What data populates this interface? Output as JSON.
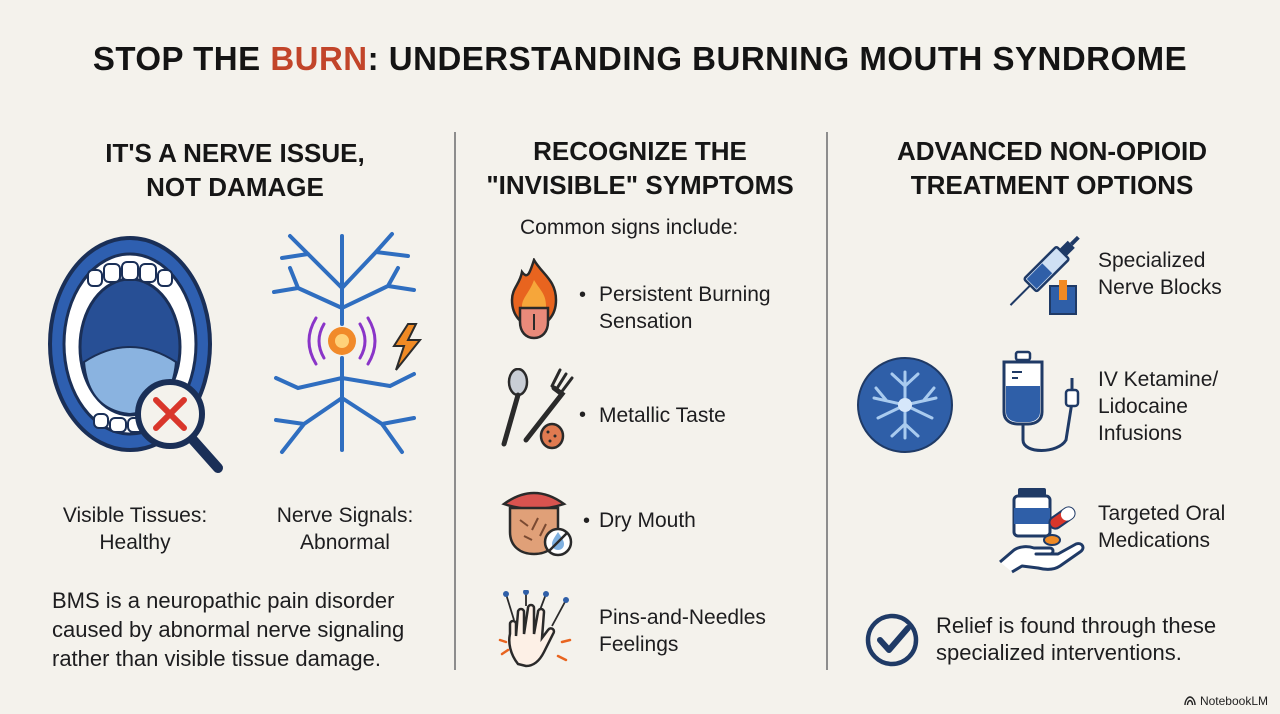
{
  "title": {
    "prefix": "STOP THE ",
    "accent": "BURN",
    "suffix": ": UNDERSTANDING BURNING MOUTH SYNDROME"
  },
  "col1": {
    "heading_line1": "IT'S A NERVE ISSUE,",
    "heading_line2": "NOT DAMAGE",
    "left_caption_line1": "Visible Tissues:",
    "left_caption_line2": "Healthy",
    "right_caption_line1": "Nerve Signals:",
    "right_caption_line2": "Abnormal",
    "body_line1": "BMS is a neuropathic pain disorder",
    "body_line2": "caused by abnormal nerve signaling",
    "body_line3": "rather than visible tissue damage."
  },
  "col2": {
    "heading_line1": "RECOGNIZE THE",
    "heading_line2": "\"INVISIBLE\" SYMPTOMS",
    "intro": "Common signs include:",
    "symptoms": [
      {
        "line1": "Persistent Burning",
        "line2": "Sensation",
        "icon": "burning-tongue-icon"
      },
      {
        "line1": "Metallic Taste",
        "line2": "",
        "icon": "fork-spoon-icon"
      },
      {
        "line1": "Dry Mouth",
        "line2": "",
        "icon": "dry-mouth-icon"
      },
      {
        "line1": "Pins-and-Needles",
        "line2": "Feelings",
        "icon": "tingling-hand-icon"
      }
    ]
  },
  "col3": {
    "heading_line1": "ADVANCED NON-OPIOID",
    "heading_line2": "TREATMENT OPTIONS",
    "treatments": [
      {
        "line1": "Specialized",
        "line2": "Nerve Blocks",
        "line3": "",
        "icon": "syringe-icon"
      },
      {
        "line1": "IV Ketamine/",
        "line2": "Lidocaine",
        "line3": "Infusions",
        "icon": "iv-bag-icon"
      },
      {
        "line1": "Targeted Oral",
        "line2": "Medications",
        "line3": "",
        "icon": "pill-hand-icon"
      }
    ],
    "footer_line1": "Relief is found through these",
    "footer_line2": "specialized interventions."
  },
  "brand": "NotebookLM",
  "colors": {
    "accent": "#c2452a",
    "blue": "#2f5fa8",
    "light_blue": "#7fa9d9",
    "navy": "#1f3a66",
    "orange": "#e8641f"
  }
}
